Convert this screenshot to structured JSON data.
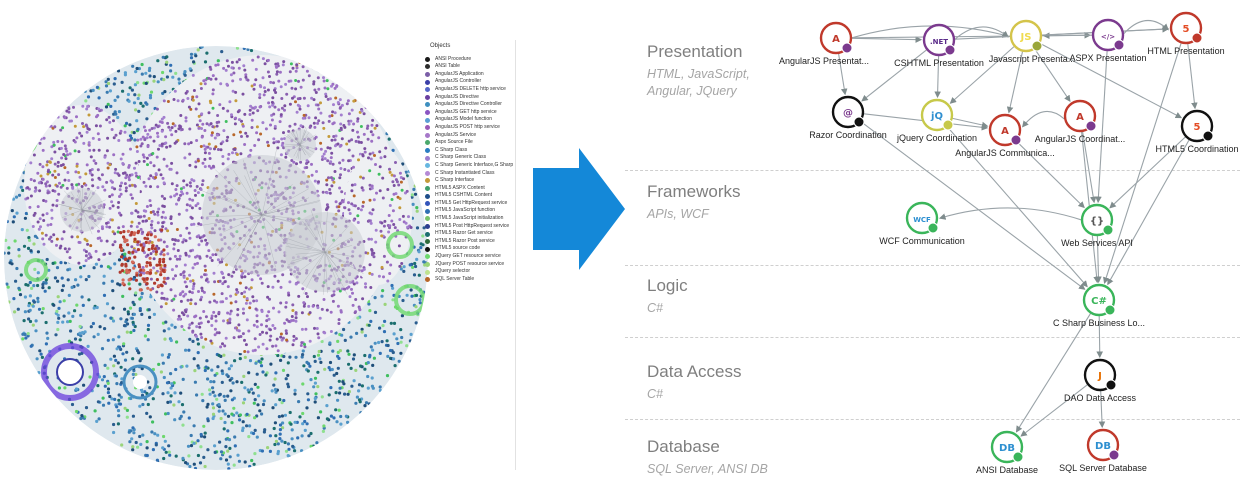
{
  "legend": {
    "title": "Objects",
    "items": [
      {
        "label": "ANSI Procedure",
        "color": "#1a1a1a"
      },
      {
        "label": "ANSI Table",
        "color": "#2d2d2d"
      },
      {
        "label": "AngularJS Application",
        "color": "#7b5ea7"
      },
      {
        "label": "AngularJS Controller",
        "color": "#3b3fa8"
      },
      {
        "label": "AngularJS DELETE http service",
        "color": "#5566c8"
      },
      {
        "label": "AngularJS Directive",
        "color": "#6a3fa0"
      },
      {
        "label": "AngularJS Directive Controller",
        "color": "#3e8fbf"
      },
      {
        "label": "AngularJS GET http service",
        "color": "#8a55c2"
      },
      {
        "label": "AngularJS Model function",
        "color": "#5a9fd4"
      },
      {
        "label": "AngularJS POST http service",
        "color": "#9b59b6"
      },
      {
        "label": "AngularJS Service",
        "color": "#a678c9"
      },
      {
        "label": "Aspx Source File",
        "color": "#4aa86b"
      },
      {
        "label": "C Sharp Class",
        "color": "#2a7dc2"
      },
      {
        "label": "C Sharp Generic Class",
        "color": "#9c7dcf"
      },
      {
        "label": "C Sharp Generic Interface,G Sharp",
        "color": "#67b7e0"
      },
      {
        "label": "C Sharp Instantiated Class",
        "color": "#b58ad6"
      },
      {
        "label": "C Sharp Interface",
        "color": "#c49a3a"
      },
      {
        "label": "HTML5 ASPX Content",
        "color": "#3f9d6b"
      },
      {
        "label": "HTML5 CSHTML Content",
        "color": "#1f4e8a"
      },
      {
        "label": "HTML5 Get HttpRequest service",
        "color": "#3355bb"
      },
      {
        "label": "HTML5 JavaScript function",
        "color": "#2f6fb3"
      },
      {
        "label": "HTML5 JavaScript initialization",
        "color": "#7ac36a"
      },
      {
        "label": "HTML5 Post HttpRequest service",
        "color": "#2c3e8f"
      },
      {
        "label": "HTML5 Razor Get service",
        "color": "#1b6e6e"
      },
      {
        "label": "HTML5 Razor Post service",
        "color": "#2e6b3a"
      },
      {
        "label": "HTML5 source code",
        "color": "#111111"
      },
      {
        "label": "JQuery GET resource service",
        "color": "#6dd86d"
      },
      {
        "label": "JQuery POST resource service",
        "color": "#9ad47a"
      },
      {
        "label": "JQuery selector",
        "color": "#bfe38f"
      },
      {
        "label": "SQL Server Table",
        "color": "#b8672a"
      }
    ]
  },
  "tiers": [
    {
      "name": "Presentation",
      "tech": [
        "HTML, JavaScript,",
        "Angular, JQuery"
      ]
    },
    {
      "name": "Frameworks",
      "tech": [
        "APIs, WCF"
      ]
    },
    {
      "name": "Logic",
      "tech": [
        "C#"
      ]
    },
    {
      "name": "Data Access",
      "tech": [
        "C#"
      ]
    },
    {
      "name": "Database",
      "tech": [
        "SQL Server, ANSI DB"
      ]
    }
  ],
  "nodes": [
    {
      "id": "angularjs-presentation",
      "label": "AngularJS Presentat...",
      "glyph": "A",
      "ring": "#c0392b",
      "fg": "#c0392b",
      "badge": "#7b3a8e"
    },
    {
      "id": "cshtml-presentation",
      "label": "CSHTML Presentation",
      "glyph": ".NET",
      "ring": "#7b3a8e",
      "fg": "#5b2c8a",
      "badge": "#7b3a8e"
    },
    {
      "id": "javascript-presentation",
      "label": "Javascript Presenta...",
      "glyph": "JS",
      "ring": "#d4c44a",
      "fg": "#f0db4f",
      "badge": "#9aa63a"
    },
    {
      "id": "aspx-presentation",
      "label": "ASPX Presentation",
      "glyph": "</>",
      "ring": "#7b3a8e",
      "fg": "#7b3a8e",
      "badge": "#7b3a8e"
    },
    {
      "id": "html-presentation",
      "label": "HTML Presentation",
      "glyph": "5",
      "ring": "#c0392b",
      "fg": "#e44d26",
      "badge": "#c0392b"
    },
    {
      "id": "razor-coordination",
      "label": "Razor Coordination",
      "glyph": "@",
      "ring": "#111111",
      "fg": "#7b3a8e",
      "badge": "#111111"
    },
    {
      "id": "jquery-coordination",
      "label": "jQuery Coordination",
      "glyph": "jQ",
      "ring": "#c7c94a",
      "fg": "#2f8fd0",
      "badge": "#c7c94a"
    },
    {
      "id": "angularjs-communication",
      "label": "AngularJS Communica...",
      "glyph": "A",
      "ring": "#c0392b",
      "fg": "#c0392b",
      "badge": "#7b3a8e"
    },
    {
      "id": "angularjs-coordination",
      "label": "AngularJS Coordinat...",
      "glyph": "A",
      "ring": "#c0392b",
      "fg": "#c0392b",
      "badge": "#7b3a8e"
    },
    {
      "id": "html5-coordination",
      "label": "HTML5 Coordination",
      "glyph": "5",
      "ring": "#111111",
      "fg": "#e44d26",
      "badge": "#111111"
    },
    {
      "id": "wcf-communication",
      "label": "WCF Communication",
      "glyph": "WCF",
      "ring": "#3ab55a",
      "fg": "#2d8fd0",
      "badge": "#3ab55a"
    },
    {
      "id": "web-services-api",
      "label": "Web Services API",
      "glyph": "{}",
      "ring": "#3ab55a",
      "fg": "#555555",
      "badge": "#3ab55a"
    },
    {
      "id": "csharp-business-logic",
      "label": "C Sharp Business Lo...",
      "glyph": "C#",
      "ring": "#3ab55a",
      "fg": "#3ab55a",
      "badge": "#3ab55a"
    },
    {
      "id": "dao-data-access",
      "label": "DAO Data Access",
      "glyph": "J",
      "ring": "#111111",
      "fg": "#e76f00",
      "badge": "#111111"
    },
    {
      "id": "ansi-database",
      "label": "ANSI Database",
      "glyph": "DB",
      "ring": "#3ab55a",
      "fg": "#2d8fd0",
      "badge": "#3ab55a"
    },
    {
      "id": "sql-server-database",
      "label": "SQL Server Database",
      "glyph": "DB",
      "ring": "#c0392b",
      "fg": "#2d8fd0",
      "badge": "#7b3a8e"
    }
  ],
  "edges": [
    [
      "angularjs-presentation",
      "javascript-presentation"
    ],
    [
      "angularjs-presentation",
      "cshtml-presentation"
    ],
    [
      "angularjs-presentation",
      "aspx-presentation"
    ],
    [
      "cshtml-presentation",
      "javascript-presentation"
    ],
    [
      "cshtml-presentation",
      "html-presentation"
    ],
    [
      "aspx-presentation",
      "javascript-presentation"
    ],
    [
      "aspx-presentation",
      "html-presentation"
    ],
    [
      "javascript-presentation",
      "html-presentation"
    ],
    [
      "angularjs-presentation",
      "razor-coordination"
    ],
    [
      "cshtml-presentation",
      "razor-coordination"
    ],
    [
      "cshtml-presentation",
      "jquery-coordination"
    ],
    [
      "javascript-presentation",
      "jquery-coordination"
    ],
    [
      "javascript-presentation",
      "angularjs-coordination"
    ],
    [
      "javascript-presentation",
      "angularjs-communication"
    ],
    [
      "javascript-presentation",
      "html5-coordination"
    ],
    [
      "html-presentation",
      "html5-coordination"
    ],
    [
      "razor-coordination",
      "angularjs-communication"
    ],
    [
      "jquery-coordination",
      "angularjs-communication"
    ],
    [
      "angularjs-coordination",
      "angularjs-communication"
    ],
    [
      "razor-coordination",
      "csharp-business-logic"
    ],
    [
      "angularjs-communication",
      "web-services-api"
    ],
    [
      "angularjs-coordination",
      "web-services-api"
    ],
    [
      "html5-coordination",
      "web-services-api"
    ],
    [
      "aspx-presentation",
      "web-services-api"
    ],
    [
      "web-services-api",
      "wcf-communication"
    ],
    [
      "html-presentation",
      "csharp-business-logic"
    ],
    [
      "jquery-coordination",
      "csharp-business-logic"
    ],
    [
      "angularjs-coordination",
      "csharp-business-logic"
    ],
    [
      "web-services-api",
      "csharp-business-logic"
    ],
    [
      "html5-coordination",
      "csharp-business-logic"
    ],
    [
      "csharp-business-logic",
      "dao-data-access"
    ],
    [
      "csharp-business-logic",
      "ansi-database"
    ],
    [
      "dao-data-access",
      "sql-server-database"
    ],
    [
      "dao-data-access",
      "ansi-database"
    ]
  ]
}
